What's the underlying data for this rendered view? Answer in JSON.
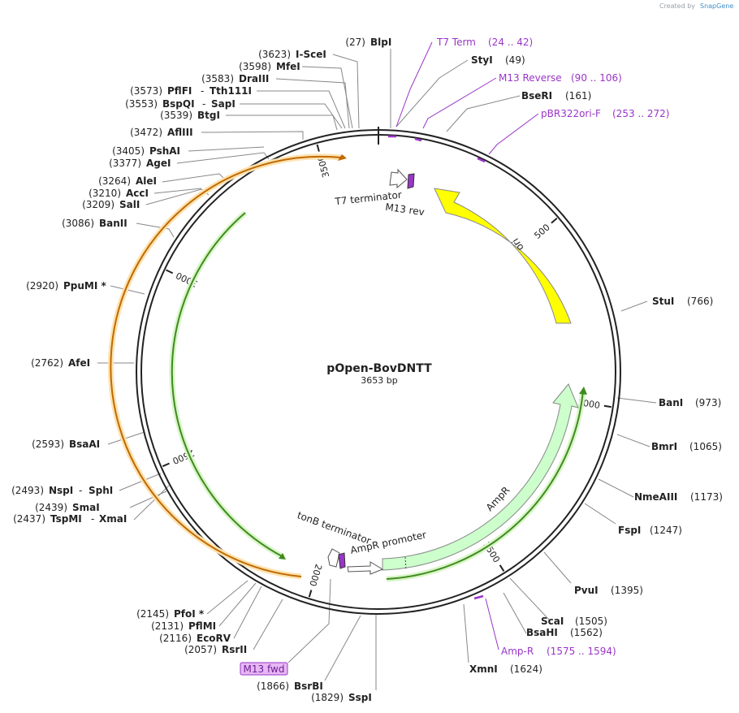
{
  "credit": {
    "prefix": "Created by",
    "brand": "SnapGene"
  },
  "plasmid": {
    "name": "pOpen-BovDNTT",
    "size_label": "3653 bp",
    "length": 3653
  },
  "ticks": [
    "500",
    "1000",
    "1500",
    "2000",
    "2500",
    "3000",
    "3500"
  ],
  "sites": [
    {
      "pos": "(27)",
      "name": "BlpI"
    },
    {
      "name": "StyI",
      "pos": "(49)"
    },
    {
      "name": "BseRI",
      "pos": "(161)"
    },
    {
      "name": "StuI",
      "pos": "(766)"
    },
    {
      "name": "BanI",
      "pos": "(973)"
    },
    {
      "name": "BmrI",
      "pos": "(1065)"
    },
    {
      "name": "NmeAIII",
      "pos": "(1173)"
    },
    {
      "name": "FspI",
      "pos": "(1247)"
    },
    {
      "name": "PvuI",
      "pos": "(1395)"
    },
    {
      "name": "ScaI",
      "pos": "(1505)"
    },
    {
      "name": "BsaHI",
      "pos": "(1562)"
    },
    {
      "name": "XmnI",
      "pos": "(1624)"
    },
    {
      "pos": "(1829)",
      "name": "SspI"
    },
    {
      "pos": "(1866)",
      "name": "BsrBI"
    },
    {
      "pos": "(2057)",
      "name": "RsrII"
    },
    {
      "pos": "(2116)",
      "name": "EcoRV"
    },
    {
      "pos": "(2131)",
      "name": "PflMI"
    },
    {
      "pos": "(2145)",
      "name": "PfoI *"
    },
    {
      "pos": "(2437)",
      "name": "TspMI",
      "name2": "XmaI"
    },
    {
      "pos": "(2439)",
      "name": "SmaI"
    },
    {
      "pos": "(2493)",
      "name": "NspI",
      "name2": "SphI"
    },
    {
      "pos": "(2593)",
      "name": "BsaAI"
    },
    {
      "pos": "(2762)",
      "name": "AfeI"
    },
    {
      "pos": "(2920)",
      "name": "PpuMI *"
    },
    {
      "pos": "(3086)",
      "name": "BanII"
    },
    {
      "pos": "(3209)",
      "name": "SalI"
    },
    {
      "pos": "(3210)",
      "name": "AccI"
    },
    {
      "pos": "(3264)",
      "name": "AleI"
    },
    {
      "pos": "(3377)",
      "name": "AgeI"
    },
    {
      "pos": "(3405)",
      "name": "PshAI"
    },
    {
      "pos": "(3472)",
      "name": "AflIII"
    },
    {
      "pos": "(3539)",
      "name": "BtgI"
    },
    {
      "pos": "(3553)",
      "name": "BspQI",
      "name2": "SapI"
    },
    {
      "pos": "(3573)",
      "name": "PflFI",
      "name2": "Tth111I"
    },
    {
      "pos": "(3583)",
      "name": "DraIII"
    },
    {
      "pos": "(3598)",
      "name": "MfeI"
    },
    {
      "pos": "(3623)",
      "name": "I-SceI"
    }
  ],
  "primers": [
    {
      "name": "T7 Term",
      "range": "(24 .. 42)"
    },
    {
      "name": "M13 Reverse",
      "range": "(90 .. 106)"
    },
    {
      "name": "pBR322ori-F",
      "range": "(253 .. 272)"
    },
    {
      "name": "Amp-R",
      "range": "(1575 .. 1594)"
    },
    {
      "name": "M13 fwd"
    }
  ],
  "features": {
    "ori": "ori",
    "ampr": "AmpR",
    "ampr_promoter": "AmpR promoter",
    "tonb": "tonB terminator",
    "t7": "T7 terminator",
    "m13rev": "M13 rev"
  },
  "colors": {
    "ori": "#ffff00",
    "ampr": "#ccffcc",
    "primer": "#9a35c8",
    "orf_orange": "#f5a623",
    "orf_green": "#3f8b1f",
    "backbone": "#222222"
  }
}
